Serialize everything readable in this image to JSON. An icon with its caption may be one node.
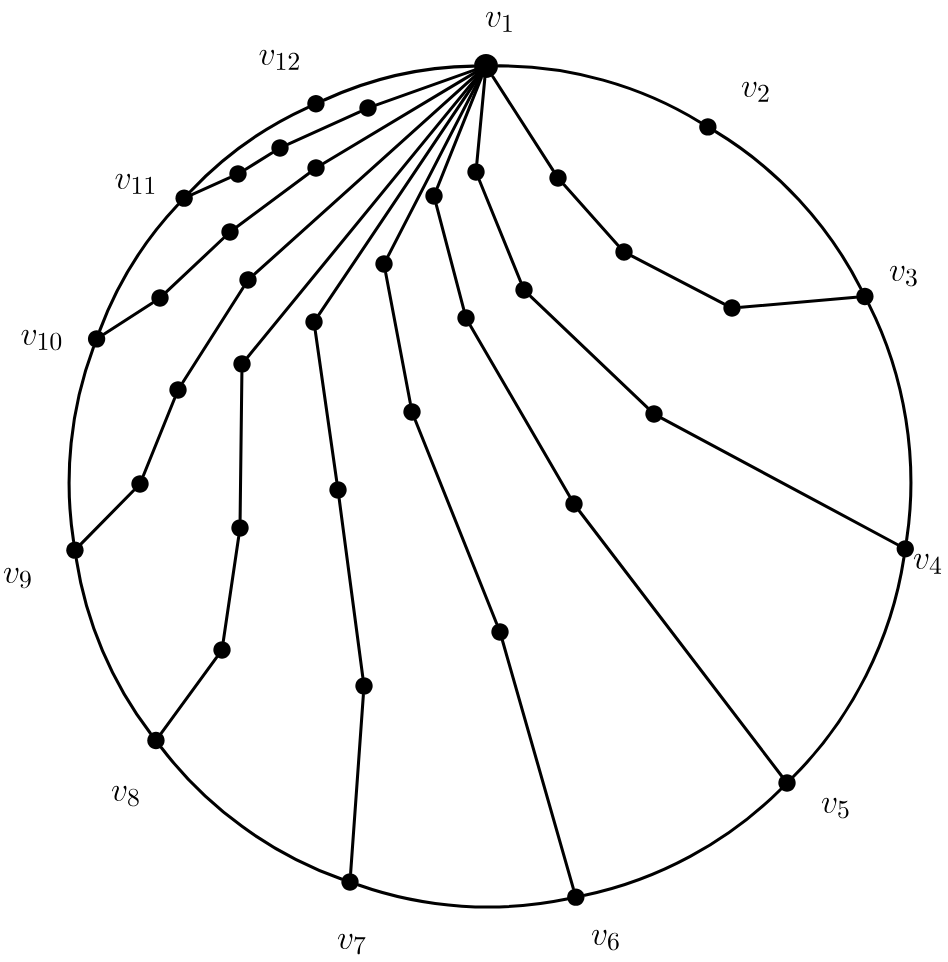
{
  "diagram": {
    "nodes": [
      {
        "text": [],
        "shape": "circle",
        "beside": [
          "v_{1}"
        ]
      },
      {
        "text": [],
        "shape": "circle",
        "beside": [
          "v_{2}"
        ]
      },
      {
        "text": [],
        "shape": "circle",
        "beside": [
          "v_{3}"
        ]
      },
      {
        "text": [],
        "shape": "circle",
        "beside": [
          "v_{4}"
        ]
      },
      {
        "text": [],
        "shape": "circle",
        "beside": [
          "v_{5}"
        ]
      },
      {
        "text": [],
        "shape": "circle",
        "beside": [
          "v_{6}"
        ]
      },
      {
        "text": [],
        "shape": "circle",
        "beside": [
          "v_{7}"
        ]
      },
      {
        "text": [],
        "shape": "circle",
        "beside": [
          "v_{8}"
        ]
      },
      {
        "text": [],
        "shape": "circle",
        "beside": [
          "v_{9}"
        ]
      },
      {
        "text": [],
        "shape": "circle",
        "beside": [
          "v_{10}"
        ]
      },
      {
        "text": [],
        "shape": "circle",
        "beside": [
          "v_{11}"
        ]
      },
      {
        "text": [],
        "shape": "circle",
        "beside": [
          "v_{12}"
        ]
      },
      {
        "text": [],
        "shape": "circle"
      },
      {
        "text": [],
        "shape": "circle"
      },
      {
        "text": [],
        "shape": "circle"
      },
      {
        "text": [],
        "shape": "circle"
      },
      {
        "text": [],
        "shape": "circle"
      },
      {
        "text": [],
        "shape": "circle"
      },
      {
        "text": [],
        "shape": "circle"
      },
      {
        "text": [],
        "shape": "circle"
      },
      {
        "text": [],
        "shape": "circle"
      },
      {
        "text": [],
        "shape": "circle"
      },
      {
        "text": [],
        "shape": "circle"
      },
      {
        "text": [],
        "shape": "circle"
      },
      {
        "text": [],
        "shape": "circle"
      },
      {
        "text": [],
        "shape": "circle"
      },
      {
        "text": [],
        "shape": "circle"
      },
      {
        "text": [],
        "shape": "circle"
      },
      {
        "text": [],
        "shape": "circle"
      },
      {
        "text": [],
        "shape": "circle"
      },
      {
        "text": [],
        "shape": "circle"
      },
      {
        "text": [],
        "shape": "circle"
      },
      {
        "text": [],
        "shape": "circle"
      },
      {
        "text": [],
        "shape": "circle"
      },
      {
        "text": [],
        "shape": "circle"
      },
      {
        "text": [],
        "shape": "circle"
      },
      {
        "text": [],
        "shape": "circle"
      },
      {
        "text": [],
        "shape": "circle"
      },
      {
        "text": [],
        "shape": "circle"
      }
    ],
    "edges": [
      {
        "from": 0,
        "to": 1,
        "arrow": "none"
      },
      {
        "from": 1,
        "to": 2,
        "arrow": "none"
      },
      {
        "from": 2,
        "to": 3,
        "arrow": "none"
      },
      {
        "from": 3,
        "to": 4,
        "arrow": "none"
      },
      {
        "from": 4,
        "to": 5,
        "arrow": "none"
      },
      {
        "from": 5,
        "to": 6,
        "arrow": "none"
      },
      {
        "from": 6,
        "to": 7,
        "arrow": "none"
      },
      {
        "from": 7,
        "to": 8,
        "arrow": "none"
      },
      {
        "from": 8,
        "to": 9,
        "arrow": "none"
      },
      {
        "from": 9,
        "to": 10,
        "arrow": "none"
      },
      {
        "from": 10,
        "to": 11,
        "arrow": "none"
      },
      {
        "from": 11,
        "to": 0,
        "arrow": "none"
      },
      {
        "from": 0,
        "to": 12,
        "arrow": "none"
      },
      {
        "from": 12,
        "to": 13,
        "arrow": "none"
      },
      {
        "from": 13,
        "to": 14,
        "arrow": "none"
      },
      {
        "from": 14,
        "to": 2,
        "arrow": "none"
      },
      {
        "from": 0,
        "to": 15,
        "arrow": "none"
      },
      {
        "from": 15,
        "to": 16,
        "arrow": "none"
      },
      {
        "from": 16,
        "to": 17,
        "arrow": "none"
      },
      {
        "from": 17,
        "to": 3,
        "arrow": "none"
      },
      {
        "from": 0,
        "to": 18,
        "arrow": "none"
      },
      {
        "from": 18,
        "to": 19,
        "arrow": "none"
      },
      {
        "from": 19,
        "to": 20,
        "arrow": "none"
      },
      {
        "from": 20,
        "to": 4,
        "arrow": "none"
      },
      {
        "from": 0,
        "to": 21,
        "arrow": "none"
      },
      {
        "from": 21,
        "to": 22,
        "arrow": "none"
      },
      {
        "from": 22,
        "to": 23,
        "arrow": "none"
      },
      {
        "from": 23,
        "to": 5,
        "arrow": "none"
      },
      {
        "from": 0,
        "to": 24,
        "arrow": "none"
      },
      {
        "from": 24,
        "to": 25,
        "arrow": "none"
      },
      {
        "from": 25,
        "to": 26,
        "arrow": "none"
      },
      {
        "from": 26,
        "to": 6,
        "arrow": "none"
      },
      {
        "from": 0,
        "to": 27,
        "arrow": "none"
      },
      {
        "from": 27,
        "to": 28,
        "arrow": "none"
      },
      {
        "from": 28,
        "to": 29,
        "arrow": "none"
      },
      {
        "from": 29,
        "to": 7,
        "arrow": "none"
      },
      {
        "from": 0,
        "to": 30,
        "arrow": "none"
      },
      {
        "from": 30,
        "to": 31,
        "arrow": "none"
      },
      {
        "from": 31,
        "to": 32,
        "arrow": "none"
      },
      {
        "from": 32,
        "to": 8,
        "arrow": "none"
      },
      {
        "from": 0,
        "to": 33,
        "arrow": "none"
      },
      {
        "from": 33,
        "to": 34,
        "arrow": "none"
      },
      {
        "from": 34,
        "to": 35,
        "arrow": "none"
      },
      {
        "from": 35,
        "to": 9,
        "arrow": "none"
      },
      {
        "from": 0,
        "to": 36,
        "arrow": "none"
      },
      {
        "from": 36,
        "to": 37,
        "arrow": "none"
      },
      {
        "from": 37,
        "to": 38,
        "arrow": "none"
      },
      {
        "from": 38,
        "to": 10,
        "arrow": "none"
      }
    ]
  }
}
